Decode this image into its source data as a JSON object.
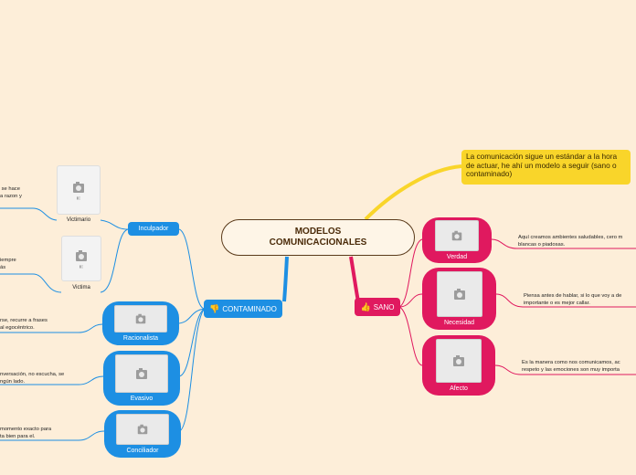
{
  "root": {
    "title_line1": "MODELOS",
    "title_line2": "COMUNICACIONALES"
  },
  "callout": {
    "text": "La comunicación sigue un estándar a la hora de actuar, he ahí un modelo a seguir (sano o contaminado)"
  },
  "branches": {
    "contaminado": {
      "label": "CONTAMINADO",
      "icon": "thumbs-down-icon",
      "color": "#1d8fe3"
    },
    "sano": {
      "label": "SANO",
      "icon": "thumbs-up-icon",
      "color": "#e0195f"
    }
  },
  "contaminado_children": {
    "inculpador": {
      "label": "Inculpador",
      "victimario": {
        "label": "Victimario",
        "note": " se hace\na razon y"
      },
      "victima": {
        "label": "Victima",
        "note": "iempre\nás"
      }
    },
    "racionalista": {
      "label": "Racionalista",
      "note": "rse, recurre a frases\nal egocéntrico."
    },
    "evasivo": {
      "label": "Evasivo",
      "note": "nversación, no escucha, se\nngún lado."
    },
    "conciliador": {
      "label": "Conciliador",
      "note": "momento exacto para\nta bien para el."
    }
  },
  "sano_children": {
    "verdad": {
      "label": "Verdad",
      "note": "Aquí creamos ambientes saludables, cero m\nblancas o piadosas."
    },
    "necesidad": {
      "label": "Necesidad",
      "note": "Piensa antes de hablar, si lo que voy a de\nimportante o es mejor callar."
    },
    "afecto": {
      "label": "Afecto",
      "note": "Es la manera como nos comunicamos, ac\nrespeto y las emociones son muy importa"
    }
  },
  "image_placeholder_caption": "▮▯"
}
